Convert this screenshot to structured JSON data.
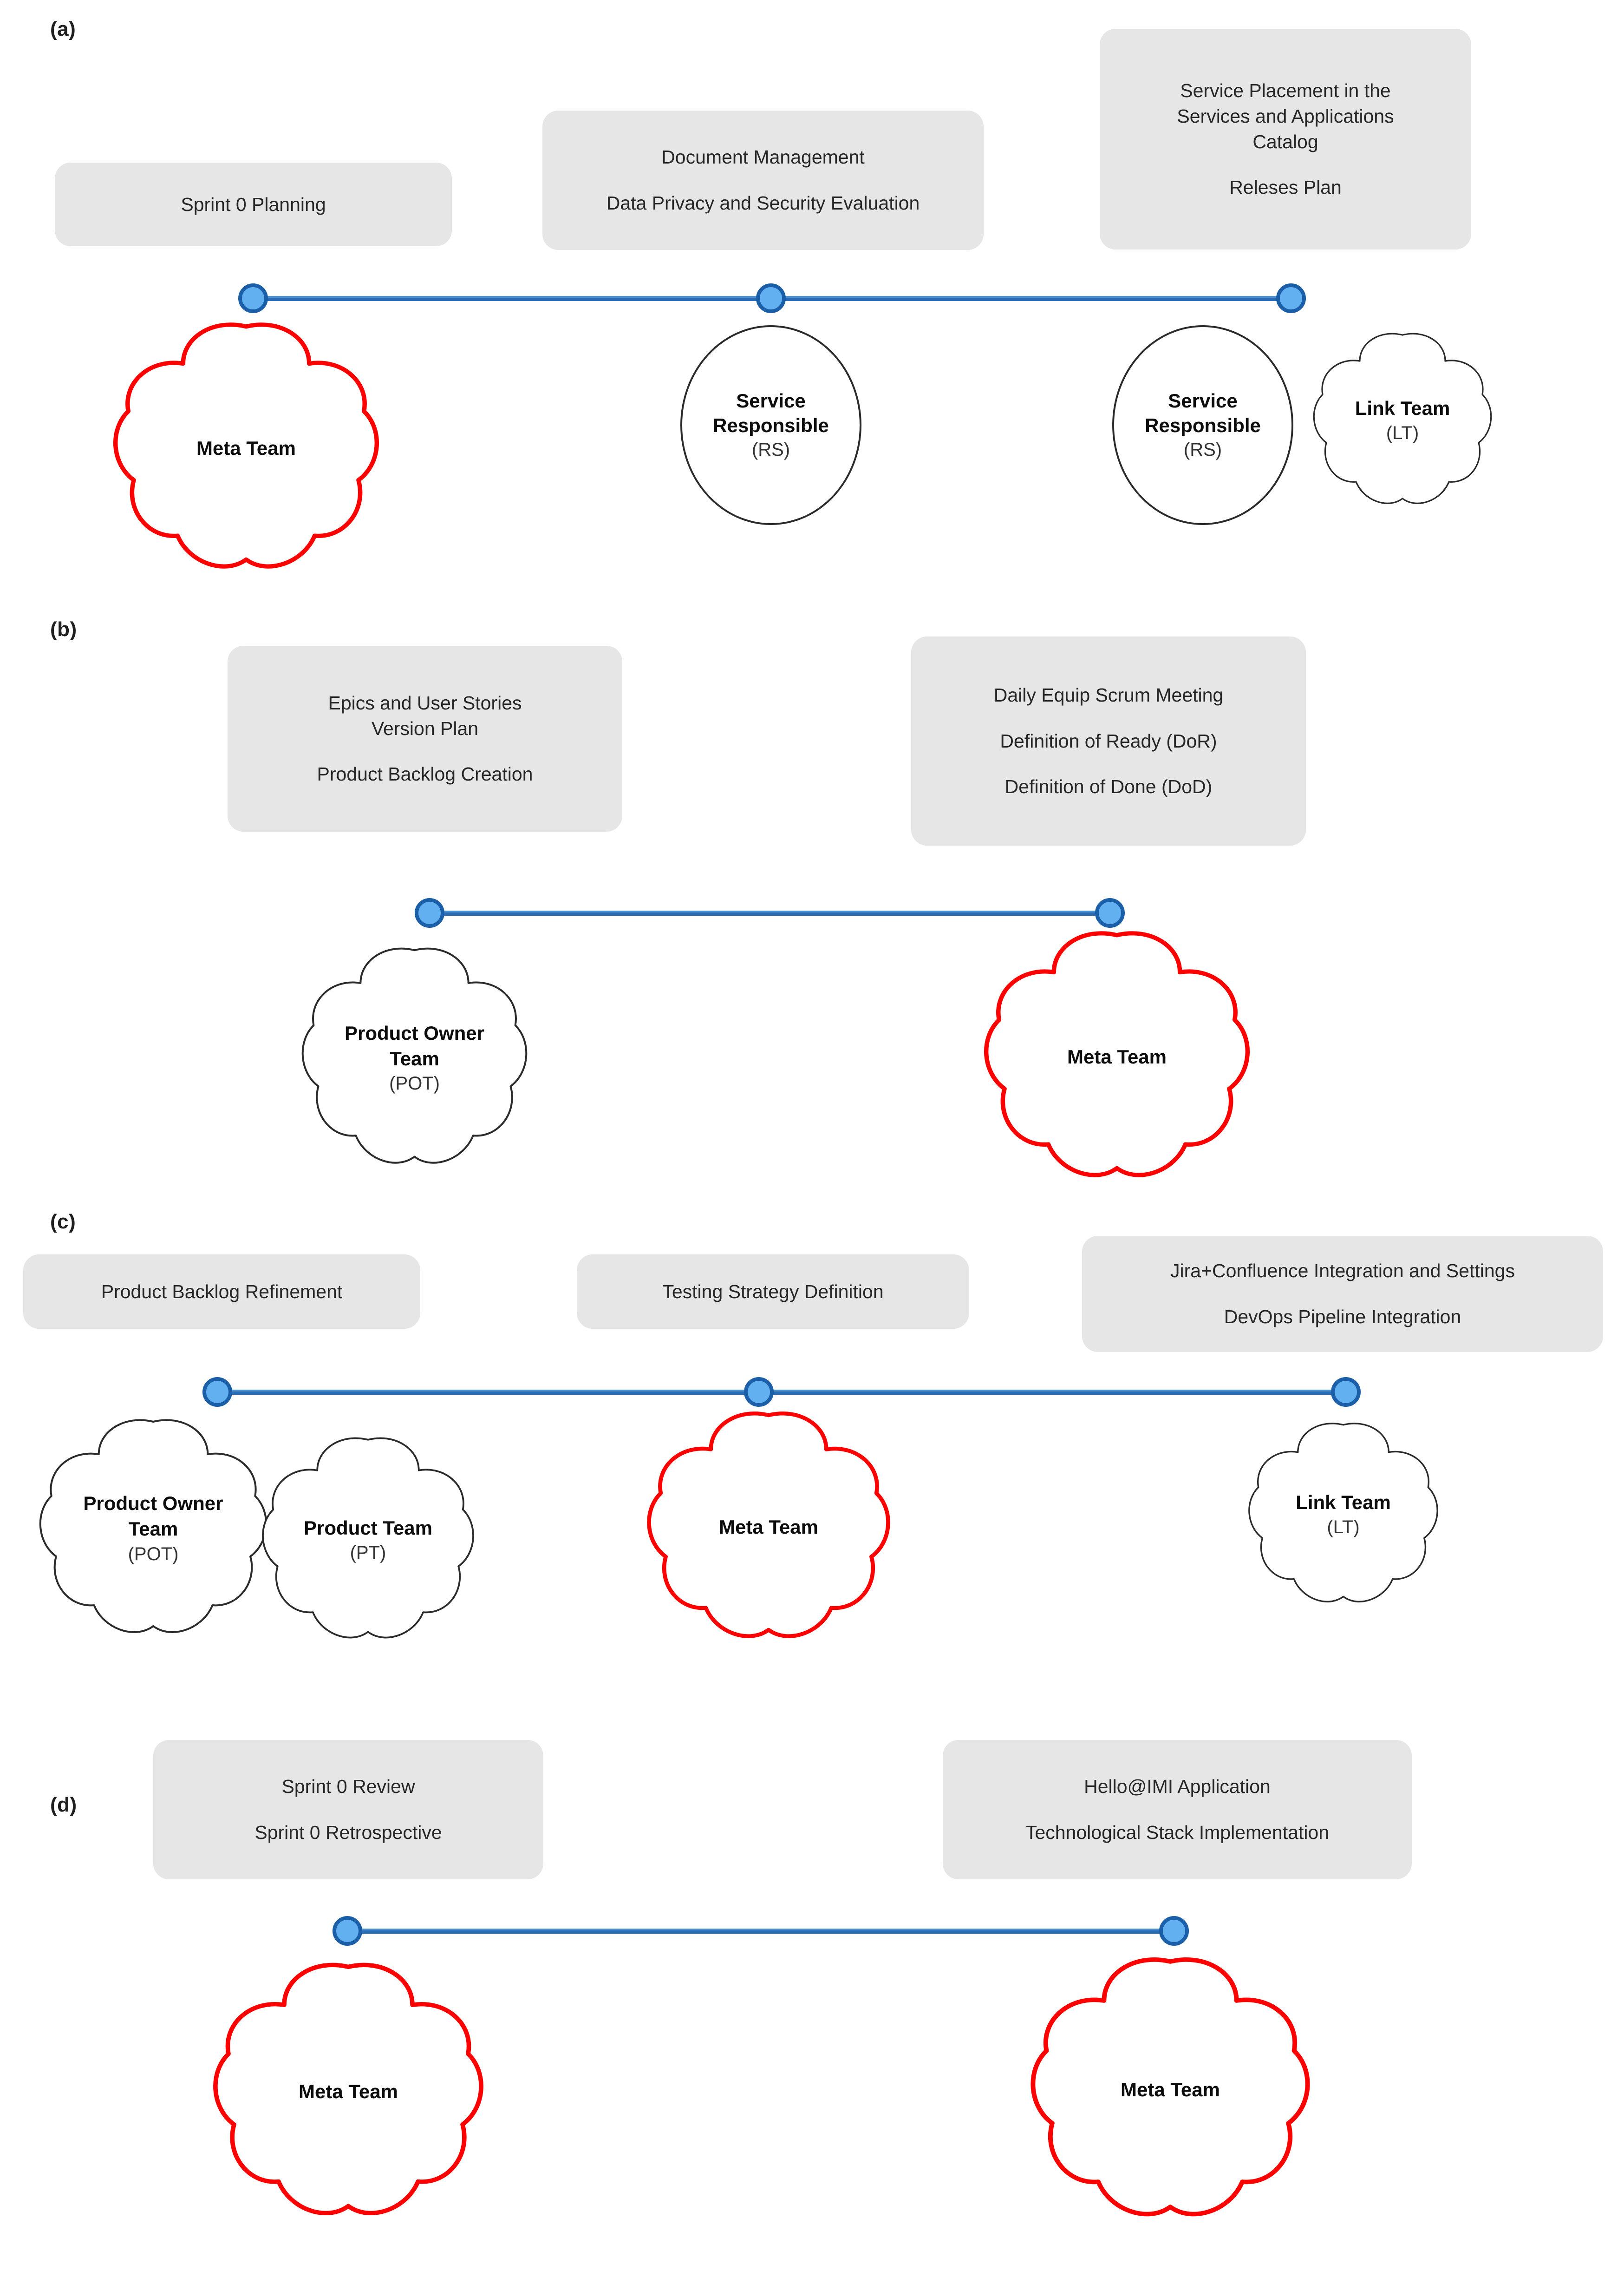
{
  "colors": {
    "timeline": "#2a6db5",
    "node_fill": "#62b0f0",
    "node_stroke": "#1a5fa8",
    "meta_team_outline": "#ff0000",
    "other_team_outline": "#2b2b2b",
    "task_box_bg": "#e6e6e6"
  },
  "panels": [
    {
      "label": "(a)",
      "tasks": [
        {
          "lines": [
            "Sprint 0 Planning"
          ]
        },
        {
          "lines": [
            "Document Management",
            "",
            "Data Privacy and Security Evaluation"
          ]
        },
        {
          "lines": [
            "Service Placement in the",
            "Services and Applications",
            "Catalog",
            "",
            "Releses Plan"
          ]
        }
      ],
      "actors": [
        {
          "shape": "cloud",
          "accent": "red",
          "name": "Meta Team",
          "abbr": ""
        },
        {
          "shape": "ellipse",
          "accent": "black",
          "name": "Service Responsible",
          "abbr": "(RS)"
        },
        {
          "shape": "ellipse",
          "accent": "black",
          "name": "Service Responsible",
          "abbr": "(RS)"
        },
        {
          "shape": "cloud",
          "accent": "black",
          "name": "Link Team",
          "abbr": "(LT)"
        }
      ]
    },
    {
      "label": "(b)",
      "tasks": [
        {
          "lines": [
            "Epics and User Stories",
            "Version Plan",
            "",
            "Product Backlog Creation"
          ]
        },
        {
          "lines": [
            "Daily Equip Scrum Meeting",
            "",
            "Definition of Ready (DoR)",
            "",
            "Definition of Done (DoD)"
          ]
        }
      ],
      "actors": [
        {
          "shape": "cloud",
          "accent": "black",
          "name": "Product Owner Team",
          "abbr": "(POT)"
        },
        {
          "shape": "cloud",
          "accent": "red",
          "name": "Meta Team",
          "abbr": ""
        }
      ]
    },
    {
      "label": "(c)",
      "tasks": [
        {
          "lines": [
            "Product Backlog Refinement"
          ]
        },
        {
          "lines": [
            "Testing Strategy Definition"
          ]
        },
        {
          "lines": [
            "Jira+Confluence Integration and Settings",
            "",
            "DevOps Pipeline Integration"
          ]
        }
      ],
      "actors": [
        {
          "shape": "cloud",
          "accent": "black",
          "name": "Product Owner Team",
          "abbr": "(POT)"
        },
        {
          "shape": "cloud",
          "accent": "black",
          "name": "Product Team",
          "abbr": "(PT)"
        },
        {
          "shape": "cloud",
          "accent": "red",
          "name": "Meta Team",
          "abbr": ""
        },
        {
          "shape": "cloud",
          "accent": "black",
          "name": "Link Team",
          "abbr": "(LT)"
        }
      ]
    },
    {
      "label": "(d)",
      "tasks": [
        {
          "lines": [
            "Sprint 0 Review",
            "",
            "Sprint 0 Retrospective"
          ]
        },
        {
          "lines": [
            "Hello@IMI Application",
            "",
            "Technological Stack Implementation"
          ]
        }
      ],
      "actors": [
        {
          "shape": "cloud",
          "accent": "red",
          "name": "Meta Team",
          "abbr": ""
        },
        {
          "shape": "cloud",
          "accent": "red",
          "name": "Meta Team",
          "abbr": ""
        }
      ]
    }
  ]
}
